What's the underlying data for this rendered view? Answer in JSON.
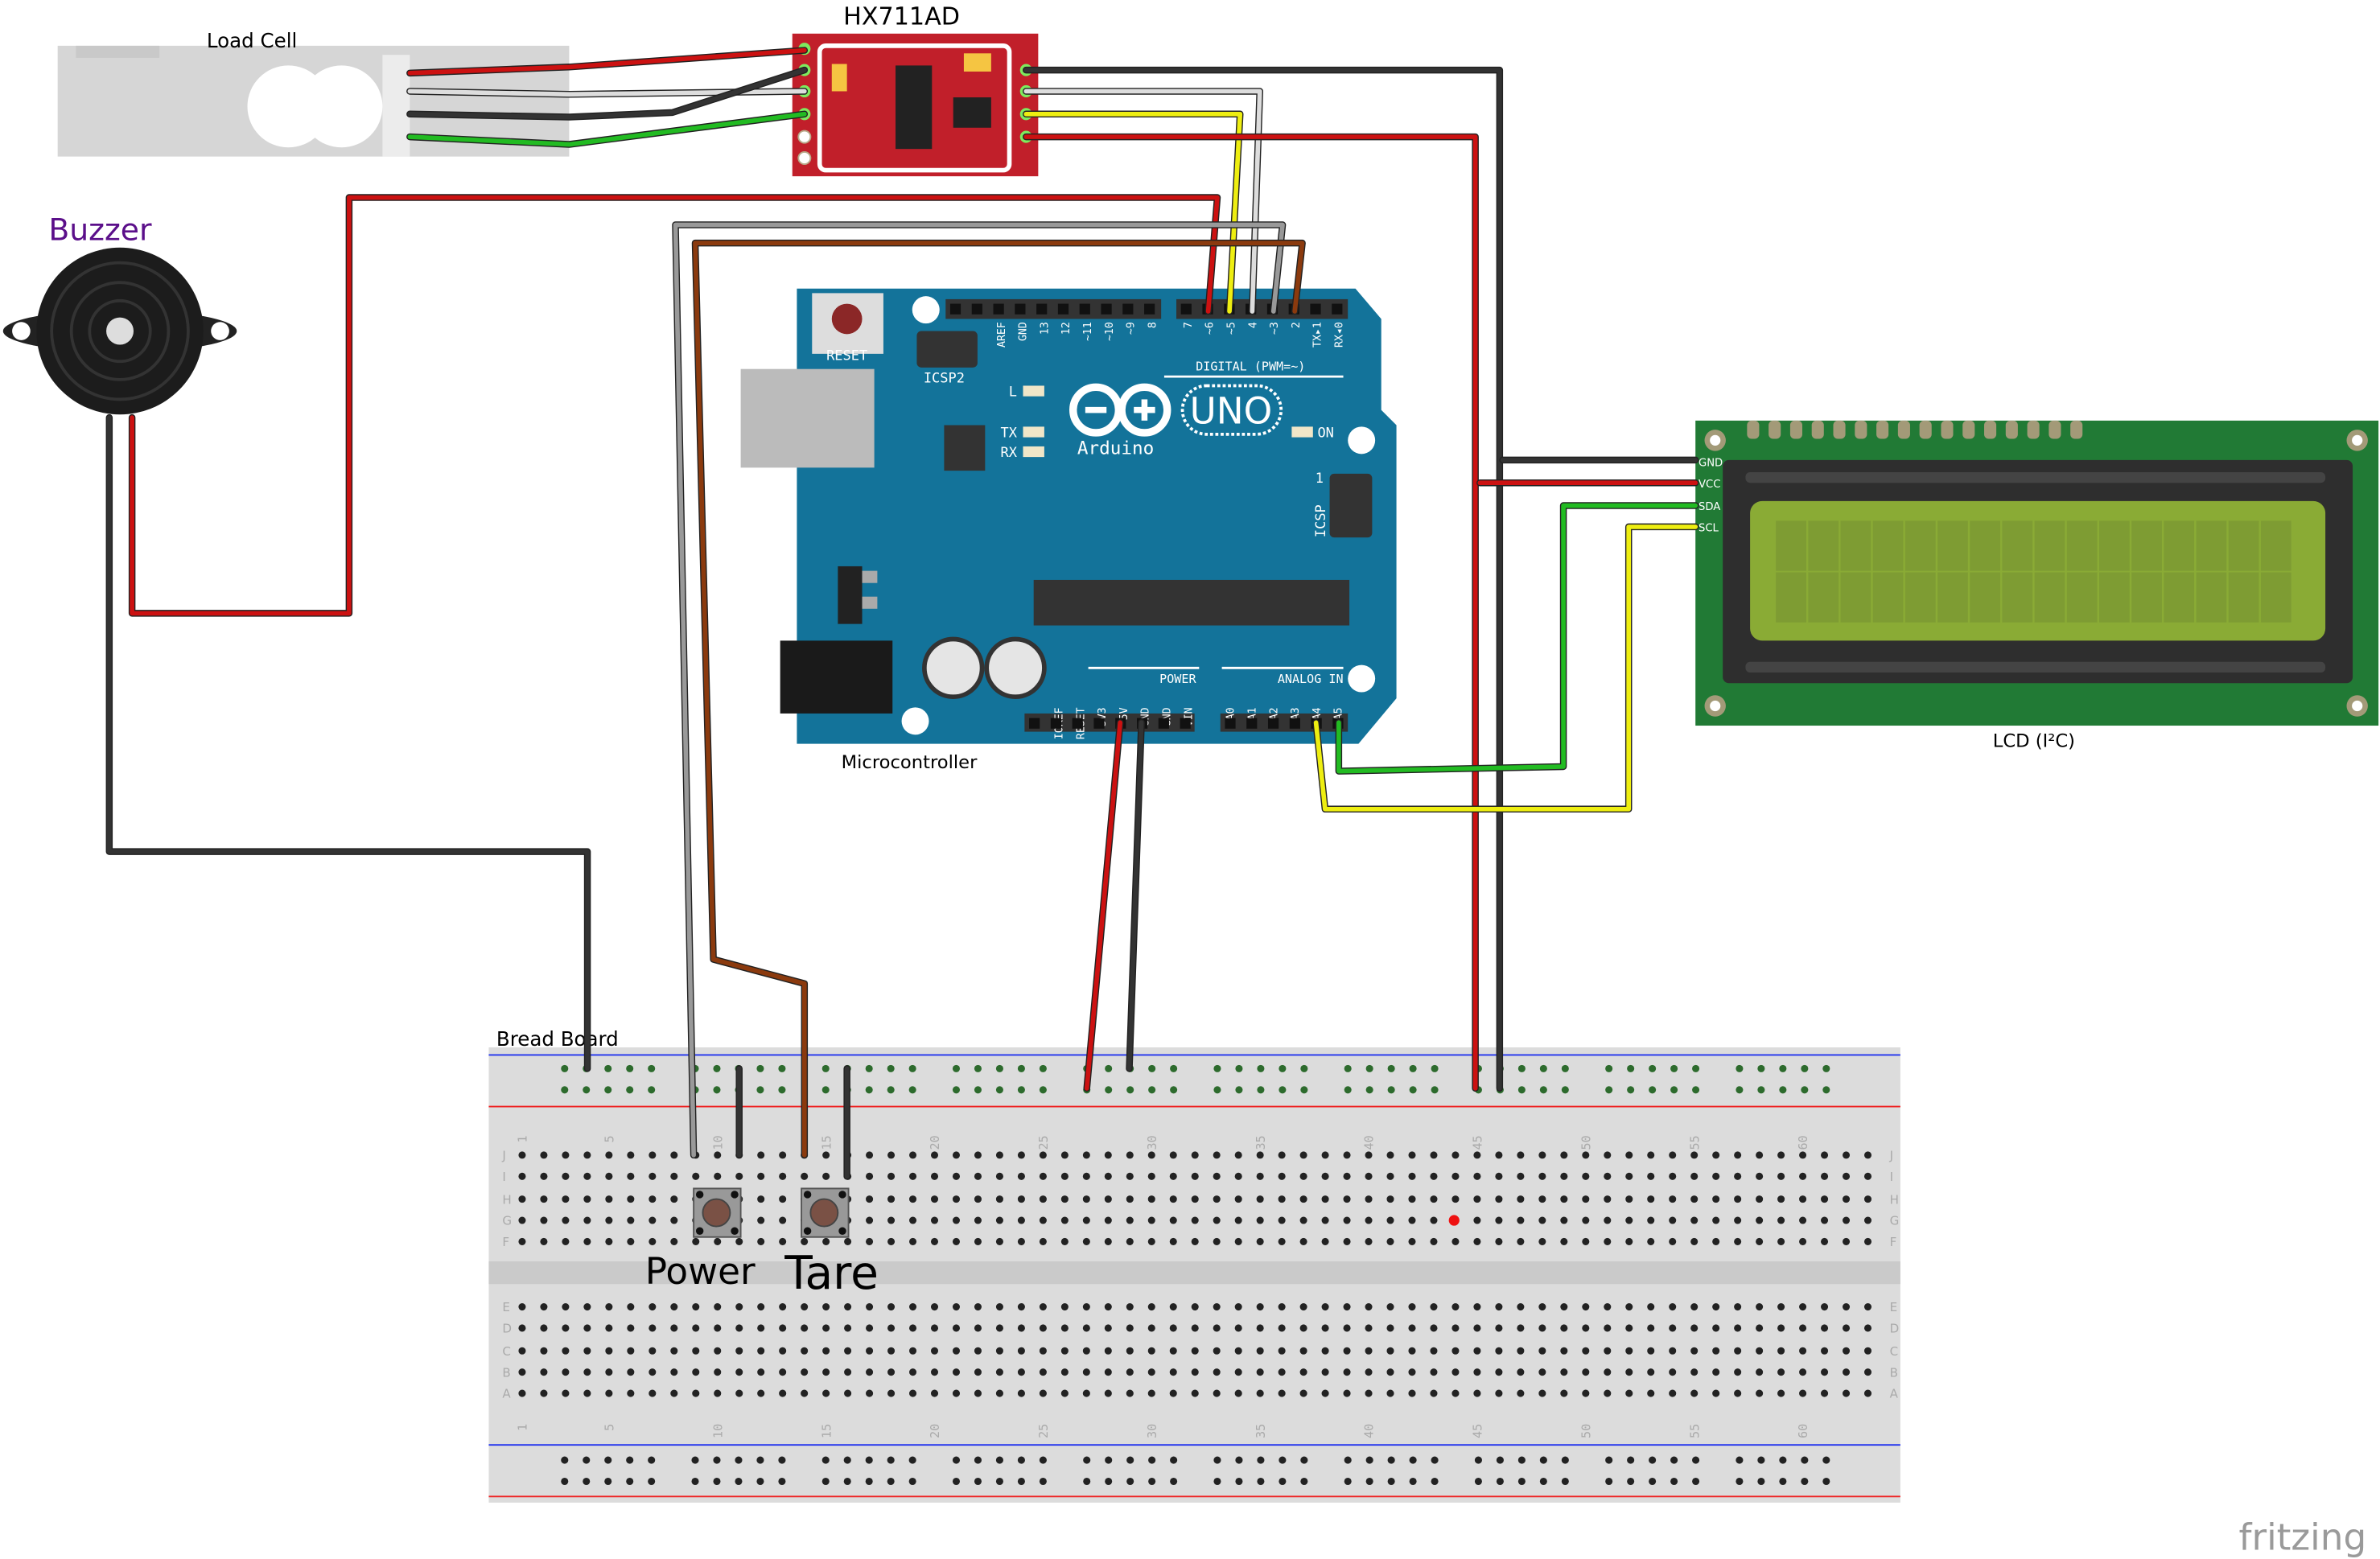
{
  "components": {
    "load_cell": {
      "label": "Load Cell"
    },
    "hx711": {
      "label": "HX711AD"
    },
    "buzzer": {
      "label": "Buzzer",
      "label_color": "#5b0f8a"
    },
    "arduino": {
      "label": "Microcontroller",
      "reset_label": "RESET",
      "icsp2_label": "ICSP2",
      "icsp_label": "ICSP",
      "icsp_pin1": "1",
      "digital_label": "DIGITAL (PWM=~)",
      "led_labels": [
        "L",
        "TX",
        "RX"
      ],
      "on_label": "ON",
      "brand": "Arduino",
      "model": "UNO",
      "power_label": "POWER",
      "analog_label": "ANALOG IN",
      "digital_pins_left": [
        "AREF",
        "GND",
        "13",
        "12",
        "~11",
        "~10",
        "~9",
        "8"
      ],
      "digital_pins_right": [
        "7",
        "~6",
        "~5",
        "4",
        "~3",
        "2",
        "TX▸1",
        "RX◂0"
      ],
      "power_pins": [
        "IOREF",
        "RESET",
        "3V3",
        "5V",
        "GND",
        "GND",
        "VIN"
      ],
      "analog_pins": [
        "A0",
        "A1",
        "A2",
        "A3",
        "A4",
        "A5"
      ],
      "color": "#13739a"
    },
    "lcd": {
      "label": "LCD (I²C)",
      "pins": [
        "GND",
        "VCC",
        "SDA",
        "SCL"
      ],
      "color": "#217a35",
      "screen_color": "#8aab35"
    },
    "breadboard": {
      "label": "Bread Board",
      "column_labels": [
        "1",
        "5",
        "10",
        "15",
        "20",
        "25",
        "30",
        "35",
        "40",
        "45",
        "50",
        "55",
        "60"
      ],
      "row_labels_top": [
        "J",
        "I",
        "H",
        "G",
        "F"
      ],
      "row_labels_bottom": [
        "E",
        "D",
        "C",
        "B",
        "A"
      ]
    },
    "buttons": [
      {
        "label": "Power"
      },
      {
        "label": "Tare"
      }
    ]
  },
  "wire_colors": {
    "red": "#cc1111",
    "black": "#333333",
    "green": "#22bb22",
    "white": "#dddddd",
    "yellow": "#eeee11",
    "grey": "#999999",
    "brown": "#8b3a0e"
  },
  "logo": "fritzing"
}
